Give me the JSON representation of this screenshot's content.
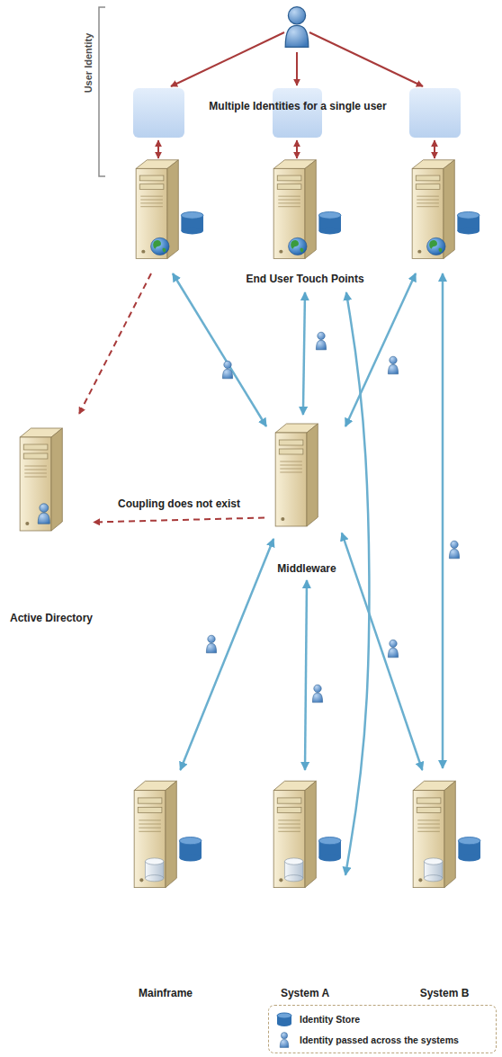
{
  "diagram": {
    "nodes": [
      {
        "text": [
          "End User Touch Points"
        ]
      },
      {
        "text": [
          "Active Directory"
        ]
      },
      {
        "text": [
          "Middleware"
        ]
      },
      {
        "text": [
          "Mainframe"
        ]
      },
      {
        "text": [
          "System A"
        ]
      },
      {
        "text": [
          "System B"
        ]
      }
    ],
    "edges": [
      {
        "from": 2,
        "to": 0,
        "arrow": "both"
      },
      {
        "from": 2,
        "to": 1,
        "arrow": "to",
        "label": "Coupling does not exist"
      },
      {
        "from": 2,
        "to": 3,
        "arrow": "both"
      },
      {
        "from": 2,
        "to": 4,
        "arrow": "both"
      },
      {
        "from": 2,
        "to": 5,
        "arrow": "both"
      },
      {
        "from": 0,
        "to": 4,
        "arrow": "both"
      }
    ],
    "labels": [
      "User Identity",
      "Multiple Identities for a single user"
    ],
    "legend": [
      {
        "text": "Identity Store"
      },
      {
        "text": "Identity passed across the systems"
      }
    ]
  }
}
